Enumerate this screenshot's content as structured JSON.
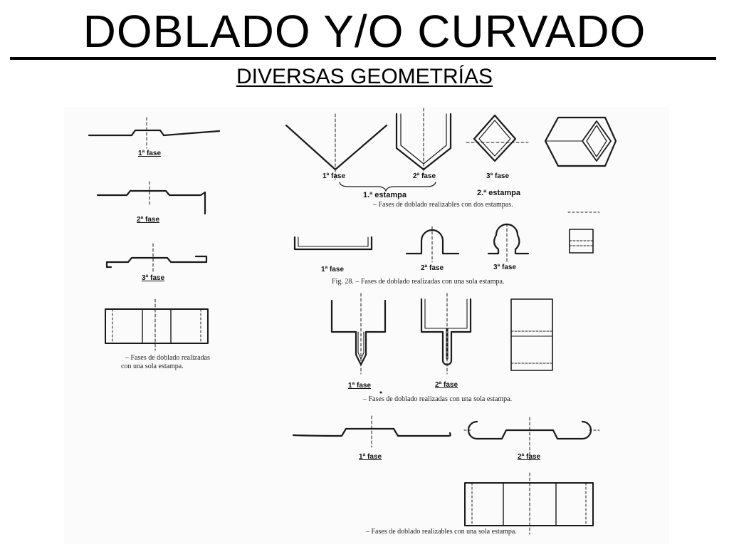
{
  "header": {
    "title": "DOBLADO Y/O CURVADO",
    "subtitle": "DIVERSAS GEOMETRÍAS"
  },
  "left_column": {
    "phase1": "1ª fase",
    "phase2": "2ª fase",
    "phase3": "3ª fase",
    "caption_line1": "– Fases de doblado realizadas",
    "caption_line2": "con una sola estampa."
  },
  "v_bend": {
    "phase1": "1ª fase",
    "phase2": "2ª fase",
    "phase3": "3ª fase",
    "stamp1": "1.ª estampa",
    "stamp2": "2.ª estampa",
    "caption": "– Fases de doblado realizables con dos estampas."
  },
  "omega_bend": {
    "phase1": "1ª fase",
    "phase2": "2ª fase",
    "phase3": "3ª fase",
    "caption": "Fig. 28. – Fases de doblado realizadas con una sola estampa."
  },
  "fork_bend": {
    "phase1": "1ª fase",
    "phase2": "2ª fase",
    "caption": "– Fases de doblado realizadas con una sola estampa."
  },
  "curl_bend": {
    "phase1": "1ª fase",
    "phase2": "2ª fase",
    "caption": "– Fases de doblado realizables con una sola estampa."
  }
}
